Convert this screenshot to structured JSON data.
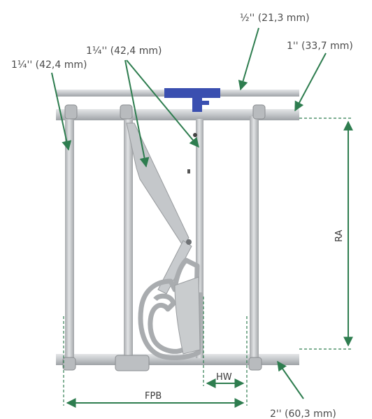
{
  "labels": {
    "half_inch": "½'' (21,3 mm)",
    "one_inch": "1'' (33,7 mm)",
    "quarter_left": "1¼'' (42,4 mm)",
    "quarter_center": "1¼'' (42,4 mm)",
    "two_inch": "2'' (60,3 mm)"
  },
  "dimensions": {
    "ra": "RA",
    "hw": "HW",
    "fpb": "FPB"
  },
  "colors": {
    "arrow": "#2e7d4f",
    "pipe": "#c6c8ca",
    "pipe_dark": "#9fa2a5",
    "bracket": "#3a4fb0"
  }
}
